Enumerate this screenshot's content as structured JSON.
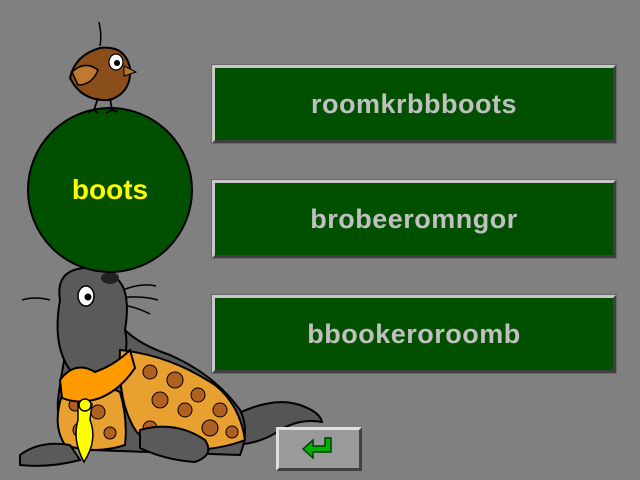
{
  "target_word": "boots",
  "choices": [
    {
      "label": "roomkrbbboots"
    },
    {
      "label": "brobeeromngor"
    },
    {
      "label": "bbookeroroomb"
    }
  ],
  "back_button": {
    "icon": "return-arrow-icon"
  },
  "colors": {
    "background": "#808080",
    "panel_green": "#005000",
    "ball_text": "#ffff00",
    "choice_text": "#c0c0c0",
    "arrow_green": "#00b000"
  },
  "illustrations": [
    "bird-icon",
    "seal-icon"
  ]
}
